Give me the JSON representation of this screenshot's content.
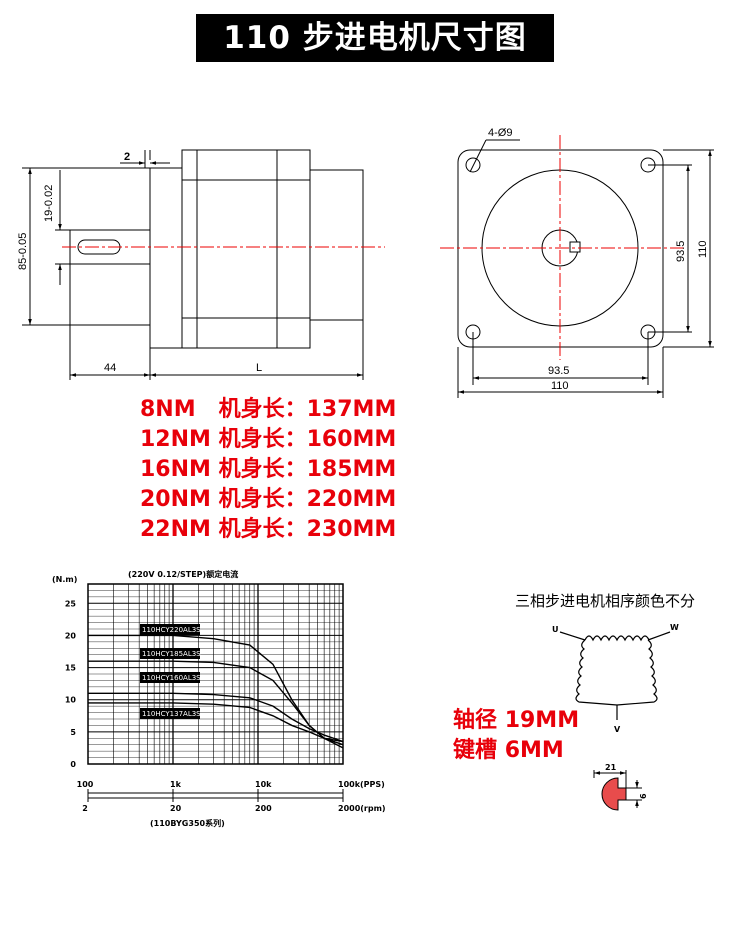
{
  "title": "110 步进电机尺寸图",
  "side_view": {
    "dim_flange": "2",
    "dim_shaft_height": "19-0.02",
    "dim_body_height": "85-0.05",
    "dim_shaft_length": "44",
    "dim_body_length": "L"
  },
  "front_view": {
    "hole_label": "4-Ø9",
    "dim_bolt_pitch_v": "93.5",
    "dim_size_v": "110",
    "dim_bolt_pitch_h": "93.5",
    "dim_size_h": "110"
  },
  "specs": [
    {
      "torque": "8NM",
      "label": "机身长：",
      "length": "137MM"
    },
    {
      "torque": "12NM",
      "label": "机身长：",
      "length": "160MM"
    },
    {
      "torque": "16NM",
      "label": "机身长：",
      "length": "185MM"
    },
    {
      "torque": "20NM",
      "label": "机身长：",
      "length": "220MM"
    },
    {
      "torque": "22NM",
      "label": "机身长：",
      "length": "230MM"
    }
  ],
  "chart_data": {
    "type": "line",
    "title": "(220V 0.12/STEP)额定电流",
    "ylabel": "(N.m)",
    "xlabel_pps": "100k(PPS)",
    "xlabel_rpm": "2000(rpm)",
    "caption": "(110BYG350系列)",
    "yticks": [
      "0",
      "5",
      "10",
      "15",
      "20",
      "25"
    ],
    "ylim": [
      0,
      28
    ],
    "xticks_pps": [
      "100",
      "1k",
      "10k",
      "100k(PPS)"
    ],
    "xticks_rpm": [
      "2",
      "20",
      "200",
      "2000(rpm)"
    ],
    "x_scale": "log",
    "xlim": [
      100,
      100000
    ],
    "legend": [
      "110HCY220AL3S",
      "110HCY185AL3S",
      "110HCY160AL3S",
      "110HCY137AL3S"
    ],
    "series": [
      {
        "name": "110HCY220AL3S",
        "x": [
          100,
          1000,
          3000,
          8000,
          15000,
          25000,
          40000,
          60000,
          100000
        ],
        "values": [
          20,
          20,
          19.5,
          18.5,
          15.5,
          10,
          6,
          4,
          2.5
        ]
      },
      {
        "name": "110HCY185AL3S",
        "x": [
          100,
          1000,
          3000,
          8000,
          15000,
          25000,
          40000,
          60000,
          100000
        ],
        "values": [
          16,
          16,
          15.8,
          15,
          13,
          9.5,
          6,
          4,
          3
        ]
      },
      {
        "name": "110HCY160AL3S",
        "x": [
          100,
          1000,
          3000,
          8000,
          15000,
          25000,
          40000,
          60000,
          100000
        ],
        "values": [
          11,
          11,
          10.8,
          10.3,
          9,
          7,
          5.5,
          4.5,
          3.5
        ]
      },
      {
        "name": "110HCY137AL3S",
        "x": [
          100,
          1000,
          3000,
          8000,
          15000,
          25000,
          40000,
          60000,
          100000
        ],
        "values": [
          9.5,
          9.5,
          9.3,
          8.8,
          7.5,
          6,
          5,
          4,
          3.5
        ]
      }
    ]
  },
  "phase_diagram": {
    "title": "三相步进电机相序颜色不分",
    "label_u": "U",
    "label_w": "W",
    "label_v": "V"
  },
  "shaft": {
    "diameter_label": "轴径",
    "diameter_value": "19MM",
    "key_label": "键槽",
    "key_value": "6MM",
    "dim_21": "21",
    "dim_6": "6"
  }
}
